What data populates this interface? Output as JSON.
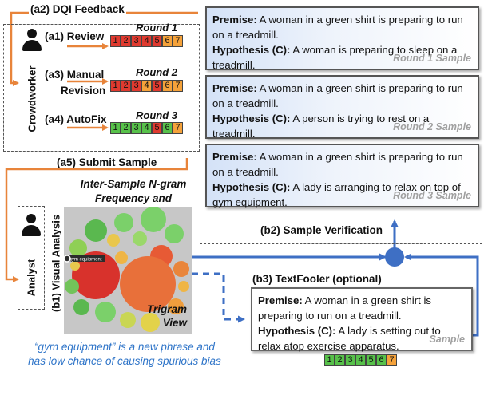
{
  "labels": {
    "dqi_feedback": "(a2) DQI Feedback",
    "review": "(a1) Review",
    "manual_revision_line1": "(a3) Manual",
    "manual_revision_line2": "Revision",
    "autofix": "(a4) AutoFix",
    "crowdworker": "Crowdworker",
    "submit_sample": "(a5) Submit Sample",
    "analyst": "Analyst",
    "visual_analysis": "(b1) Visual Analysis",
    "viz_title_line1": "Inter-Sample N-gram",
    "viz_title_line2": "Frequency and Relation",
    "trigram_line1": "Trigram",
    "trigram_line2": "View",
    "sample_verification": "(b2) Sample Verification",
    "textfooler": "(b3) TextFooler (optional)",
    "bubble_tag": "gym equipment"
  },
  "rounds": [
    {
      "label": "Round 1",
      "squares": [
        {
          "n": "1",
          "color": "#e03a2f"
        },
        {
          "n": "2",
          "color": "#e03a2f"
        },
        {
          "n": "3",
          "color": "#e03a2f"
        },
        {
          "n": "4",
          "color": "#e03a2f"
        },
        {
          "n": "5",
          "color": "#e03a2f"
        },
        {
          "n": "6",
          "color": "#f5a23a"
        },
        {
          "n": "7",
          "color": "#f5a23a"
        }
      ]
    },
    {
      "label": "Round 2",
      "squares": [
        {
          "n": "1",
          "color": "#e03a2f"
        },
        {
          "n": "2",
          "color": "#e03a2f"
        },
        {
          "n": "3",
          "color": "#e03a2f"
        },
        {
          "n": "4",
          "color": "#f5a23a"
        },
        {
          "n": "5",
          "color": "#e03a2f"
        },
        {
          "n": "6",
          "color": "#f5a23a"
        },
        {
          "n": "7",
          "color": "#f5a23a"
        }
      ]
    },
    {
      "label": "Round 3",
      "squares": [
        {
          "n": "1",
          "color": "#57c14a"
        },
        {
          "n": "2",
          "color": "#57c14a"
        },
        {
          "n": "3",
          "color": "#57c14a"
        },
        {
          "n": "4",
          "color": "#57c14a"
        },
        {
          "n": "5",
          "color": "#e03a2f"
        },
        {
          "n": "6",
          "color": "#57c14a"
        },
        {
          "n": "7",
          "color": "#f5a23a"
        }
      ]
    }
  ],
  "samples": [
    {
      "premise_label": "Premise:",
      "premise": "A woman in a green shirt is preparing to run on a treadmill.",
      "hypothesis_label": "Hypothesis (C):",
      "hypothesis": "A woman is preparing to sleep on a treadmill.",
      "caption": "Round 1 Sample"
    },
    {
      "premise_label": "Premise:",
      "premise": "A woman in a green shirt is preparing to run on a treadmill.",
      "hypothesis_label": "Hypothesis (C):",
      "hypothesis": "A person is trying to rest on a treadmill.",
      "caption": "Round 2 Sample"
    },
    {
      "premise_label": "Premise:",
      "premise": "A woman in a green shirt is preparing to run on a treadmill.",
      "hypothesis_label": "Hypothesis (C):",
      "hypothesis": "A lady is arranging to relax on top of gym equipment.",
      "caption": "Round 3 Sample"
    }
  ],
  "textfooler_sample": {
    "premise_label": "Premise:",
    "premise": "A woman in a green shirt is preparing to run on a treadmill.",
    "hypothesis_label": "Hypothesis (C):",
    "hypothesis": "A lady is setting out to relax atop exercise apparatus.",
    "caption": "Sample",
    "squares": [
      {
        "n": "1",
        "color": "#57c14a"
      },
      {
        "n": "2",
        "color": "#57c14a"
      },
      {
        "n": "3",
        "color": "#57c14a"
      },
      {
        "n": "4",
        "color": "#57c14a"
      },
      {
        "n": "5",
        "color": "#57c14a"
      },
      {
        "n": "6",
        "color": "#57c14a"
      },
      {
        "n": "7",
        "color": "#f5a23a"
      }
    ]
  },
  "caption_blue": "“gym equipment” is a new phrase and has low chance of causing spurious bias",
  "colors": {
    "orange_arrow": "#e8843a",
    "blue_arrow": "#3e6fc4",
    "node_blue": "#3e6fc4",
    "caption_blue": "#2e74c8",
    "square_red": "#e03a2f",
    "square_orange": "#f5a23a",
    "square_green": "#57c14a"
  }
}
